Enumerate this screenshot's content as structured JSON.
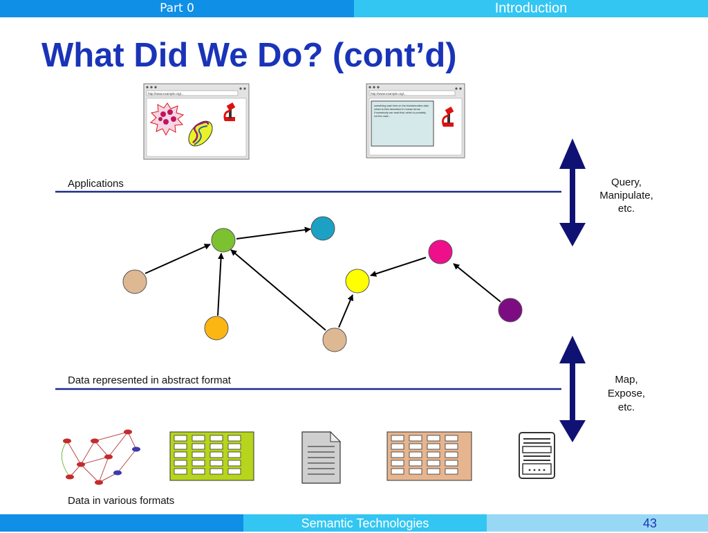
{
  "header": {
    "section": "Part 0",
    "topic": "Introduction"
  },
  "title": "What Did We Do? (cont’d)",
  "layers": {
    "applications": "Applications",
    "abstract": "Data represented in abstract format",
    "formats": "Data in various formats"
  },
  "arrows": {
    "upper": [
      "Query,",
      "Manipulate,",
      "etc."
    ],
    "lower": [
      "Map,",
      "Expose,",
      "etc."
    ]
  },
  "browser": {
    "url": "http://www.example.org/...",
    "text_lines": [
      "something said here on the bioinformatics data",
      "which is then described in human terms",
      "if somebody can read that, which is probably",
      "not the case..."
    ]
  },
  "footer": {
    "center": "Semantic Technologies",
    "page": "43"
  },
  "colors": {
    "title": "#1934b8",
    "line": "#1a2a8c",
    "arrow": "#101273",
    "node_tan": "#deb893",
    "node_green": "#7cc230",
    "node_teal": "#1ca0c4",
    "node_orange": "#fbb614",
    "node_yellow": "#ffff00",
    "node_magenta": "#ee0f8b",
    "node_purple": "#7d0c83",
    "table_green": "#b6d51c",
    "table_tan": "#e6b58f"
  }
}
